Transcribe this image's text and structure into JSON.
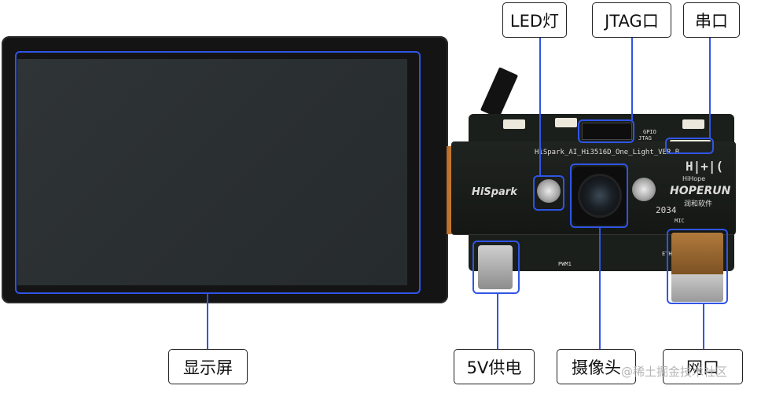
{
  "callouts": {
    "led": "LED灯",
    "jtag": "JTAG口",
    "serial": "串口",
    "display": "显示屏",
    "power": "5V供电",
    "camera": "摄像头",
    "network": "网口"
  },
  "board": {
    "model": "HiSpark_AI_Hi3516D_One_Light_VER.B",
    "hispark": "HiSpark",
    "hihope_logo": "H|+|(",
    "hihope": "HiHope",
    "hoperun": "HOPERUN",
    "runhe": "润和软件",
    "jtag": "JTAG",
    "gpio": "GPIO",
    "code": "2034",
    "mic": "MIC",
    "pwm": "PWM1",
    "eth": "ETH"
  },
  "watermark": "@稀土掘金技术社区",
  "colors": {
    "highlight": "#2f55e6",
    "callout_border": "#222222",
    "board": "#1b1f1c"
  }
}
